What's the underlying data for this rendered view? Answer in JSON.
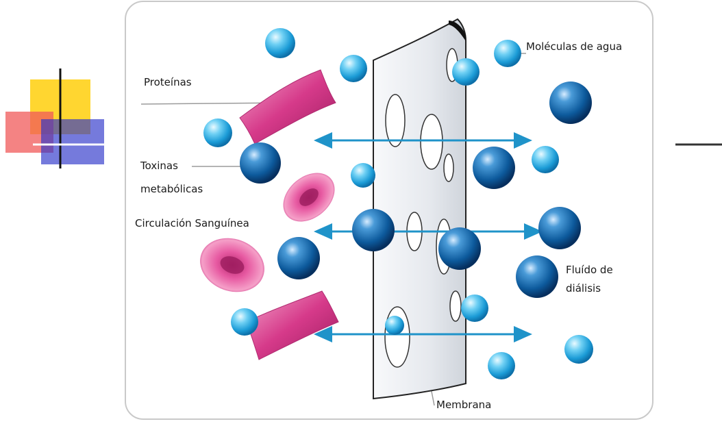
{
  "labels": {
    "proteinas": "Proteínas",
    "toxinas_line1": "Toxinas",
    "toxinas_line2": "metabólicas",
    "circulacion": "Circulación Sanguínea",
    "moleculas": "Moléculas de agua",
    "fluido_line1": "Fluído de",
    "fluido_line2": "diálisis",
    "membrana": "Membrana"
  },
  "colors": {
    "water_molecule": "#29a8e0",
    "toxin_molecule": "#0d5a9c",
    "protein": "#d63a8a",
    "red_blood_cell": "#d4478c",
    "arrow": "#1f93c9",
    "membrane": "#e9ecef",
    "frame_border": "#c9c9c9",
    "deco_yellow": "#ffd21a",
    "deco_red": "#f06060",
    "deco_blue": "#2b33c9"
  },
  "icons": [
    "water-molecule-icon",
    "toxin-molecule-icon",
    "protein-ribbon-icon",
    "red-blood-cell-icon",
    "membrane-icon",
    "diffusion-arrow-icon"
  ]
}
